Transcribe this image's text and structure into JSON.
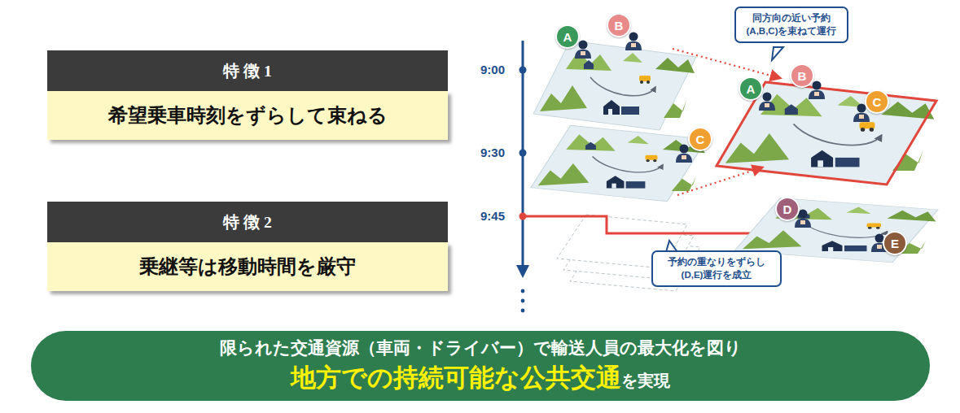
{
  "diagram": {
    "nodes": [
      {
        "text": [
          "特 徴 1",
          "希望乗車時刻をずらして束ねる"
        ]
      },
      {
        "text": [
          "特 徴 2",
          "乗継等は移動時間を厳守"
        ]
      },
      {
        "text": [
          "同方向の近い予約 (A,B,C)を束ねて運行"
        ]
      },
      {
        "text": [
          "A"
        ]
      },
      {
        "text": [
          "B"
        ]
      },
      {
        "text": [
          "A"
        ]
      },
      {
        "text": [
          "B"
        ]
      },
      {
        "text": [
          "C"
        ]
      },
      {
        "text": [
          "C"
        ]
      },
      {
        "text": [
          "予約の重なりをずらし (D,E)運行を成立"
        ]
      },
      {
        "text": [
          "D"
        ]
      },
      {
        "text": [
          "E"
        ]
      },
      {
        "text": [
          "限られた交通資源（車両・ドライバー）で輸送人員の最大化を図り",
          "地方での持続可能な公共交通",
          "を実現"
        ]
      }
    ],
    "labels": [
      "9:00",
      "9:30",
      "9:45"
    ]
  }
}
